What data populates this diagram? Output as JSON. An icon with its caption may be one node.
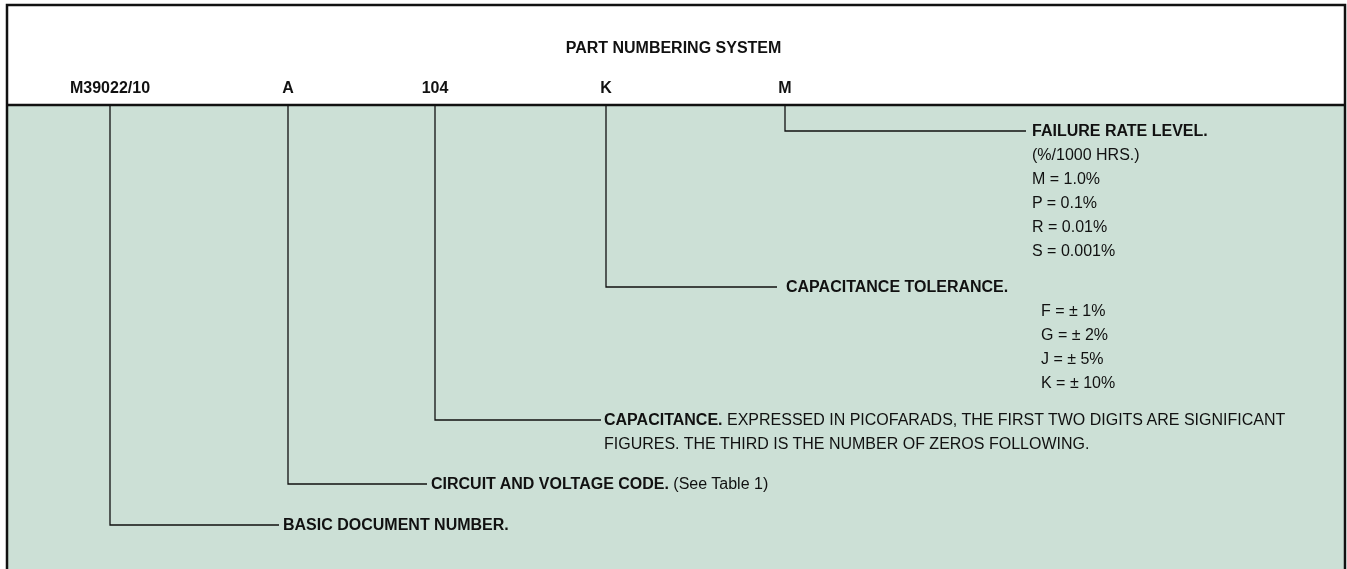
{
  "diagram": {
    "title": "PART NUMBERING SYSTEM",
    "nodes": [
      {
        "text": [
          "M39022/10"
        ]
      },
      {
        "text": [
          "A"
        ]
      },
      {
        "text": [
          "104"
        ]
      },
      {
        "text": [
          "K"
        ]
      },
      {
        "text": [
          "M"
        ]
      },
      {
        "text": [
          "FAILURE RATE LEVEL.",
          "(%/1000 HRS.)",
          "M = 1.0%",
          "P = 0.1%",
          "R = 0.01%",
          "S = 0.001%"
        ]
      },
      {
        "text": [
          "CAPACITANCE TOLERANCE.",
          "F = ± 1%",
          "G = ± 2%",
          "J = ± 5%",
          "K = ± 10%"
        ]
      },
      {
        "text": [
          "**CAPACITANCE.** EXPRESSED IN PICOFARADS, THE FIRST TWO DIGITS ARE SIGNIFICANT FIGURES. THE THIRD IS THE NUMBER OF ZEROS FOLLOWING."
        ]
      },
      {
        "text": [
          "**CIRCUIT AND VOLTAGE CODE.** (See Table 1)"
        ]
      },
      {
        "text": [
          "BASIC DOCUMENT NUMBER."
        ]
      }
    ],
    "edges": [
      {
        "from": 4,
        "to": 5,
        "arrow": "none"
      },
      {
        "from": 3,
        "to": 6,
        "arrow": "none"
      },
      {
        "from": 2,
        "to": 7,
        "arrow": "none"
      },
      {
        "from": 1,
        "to": 8,
        "arrow": "none"
      },
      {
        "from": 0,
        "to": 9,
        "arrow": "none"
      }
    ]
  }
}
